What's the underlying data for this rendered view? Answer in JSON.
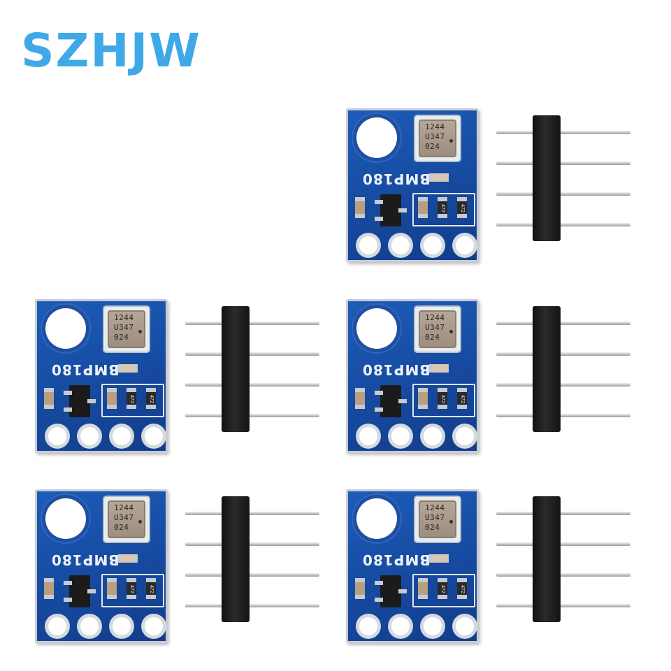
{
  "brand": {
    "text": "SZHJW",
    "color": "#3fa9e8"
  },
  "product": {
    "board_label": "BMP180",
    "sensor_marking": [
      "1244",
      "U347",
      "024"
    ],
    "resistor_marking": "472",
    "quantity": 5,
    "pins_per_header": 4,
    "board_color": "#1a55b0"
  }
}
